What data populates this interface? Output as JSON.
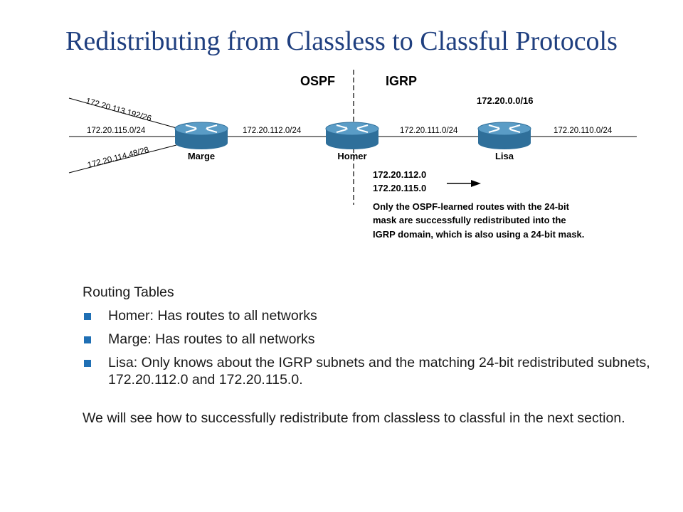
{
  "title": "Redistributing from Classless to Classful Protocols",
  "colors": {
    "title": "#1f3f7f",
    "bullet": "#1f6fb4",
    "router_body": "#2f6f9a",
    "router_top": "#5a9cc6"
  },
  "diagram": {
    "domains": {
      "left": "OSPF",
      "right": "IGRP"
    },
    "classful_network": "172.20.0.0/16",
    "routers": [
      {
        "name": "Marge",
        "icon": "router-icon"
      },
      {
        "name": "Homer",
        "icon": "router-icon"
      },
      {
        "name": "Lisa",
        "icon": "router-icon"
      }
    ],
    "networks": {
      "marge_upper": "172.20.113.192/26",
      "marge_middle": "172.20.115.0/24",
      "marge_lower": "172.20.114.48/28",
      "marge_homer": "172.20.112.0/24",
      "homer_lisa": "172.20.111.0/24",
      "lisa_right": "172.20.110.0/24"
    },
    "advertised_routes": [
      "172.20.112.0",
      "172.20.115.0"
    ],
    "note": [
      "Only the OSPF-learned routes with the 24-bit",
      "mask are successfully redistributed into the",
      "IGRP domain, which is also using a 24-bit mask."
    ]
  },
  "content": {
    "heading": "Routing Tables",
    "bullets": [
      "Homer:  Has routes to all networks",
      "Marge:  Has routes to all networks",
      "Lisa: Only knows about the IGRP subnets and the matching 24-bit redistributed subnets, 172.20.112.0 and 172.20.115.0."
    ],
    "closing": "We will see how to successfully redistribute from classless to classful in the next section."
  }
}
